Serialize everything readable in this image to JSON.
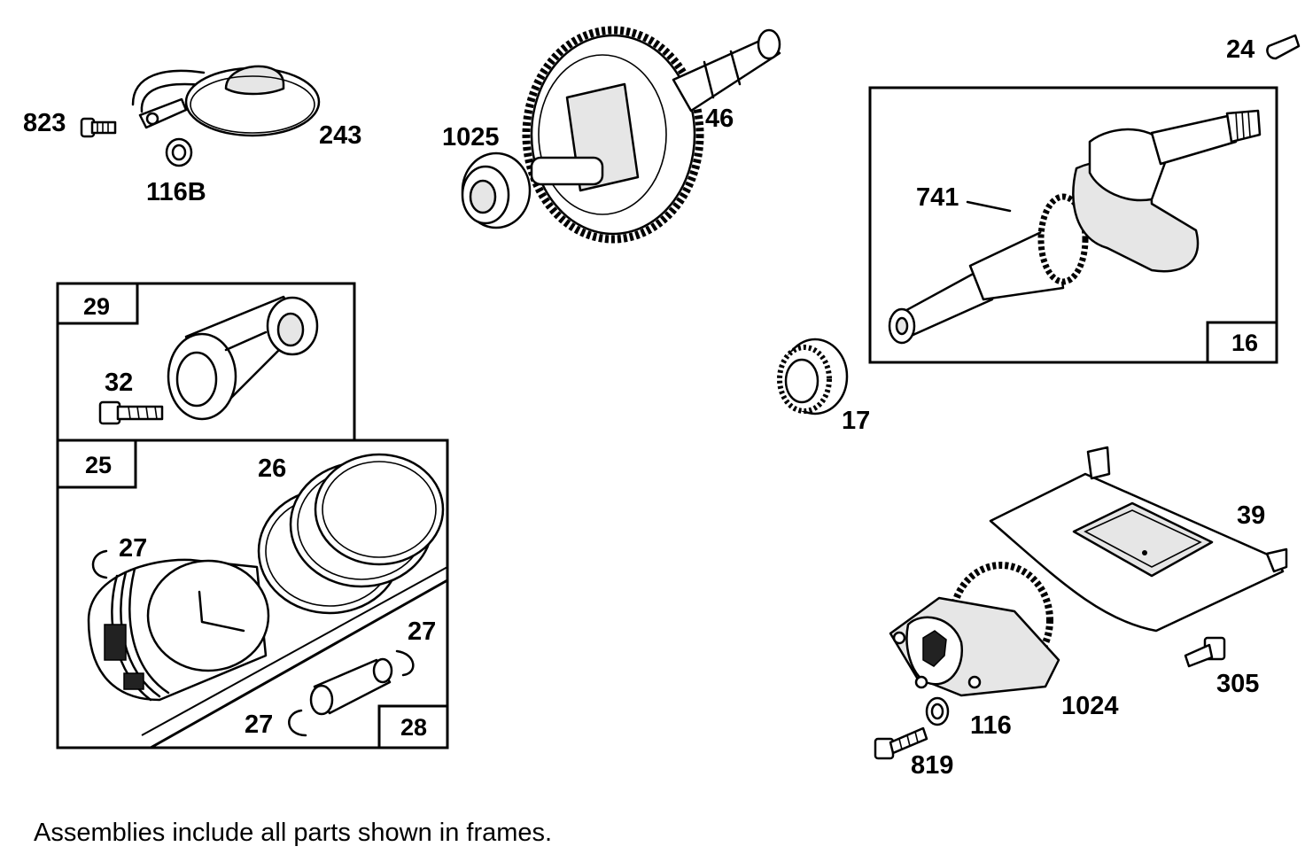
{
  "caption": "Assemblies include all parts shown in frames.",
  "parts": {
    "p823": "823",
    "p243": "243",
    "p116B": "116B",
    "p1025": "1025",
    "p46": "46",
    "p24": "24",
    "p741": "741",
    "p17": "17",
    "p32": "32",
    "p26": "26",
    "p27a": "27",
    "p27b": "27",
    "p27c": "27",
    "p39": "39",
    "p305": "305",
    "p1024": "1024",
    "p116": "116",
    "p819": "819"
  },
  "frames": {
    "f29": "29",
    "f25": "25",
    "f28": "28",
    "f16": "16"
  }
}
